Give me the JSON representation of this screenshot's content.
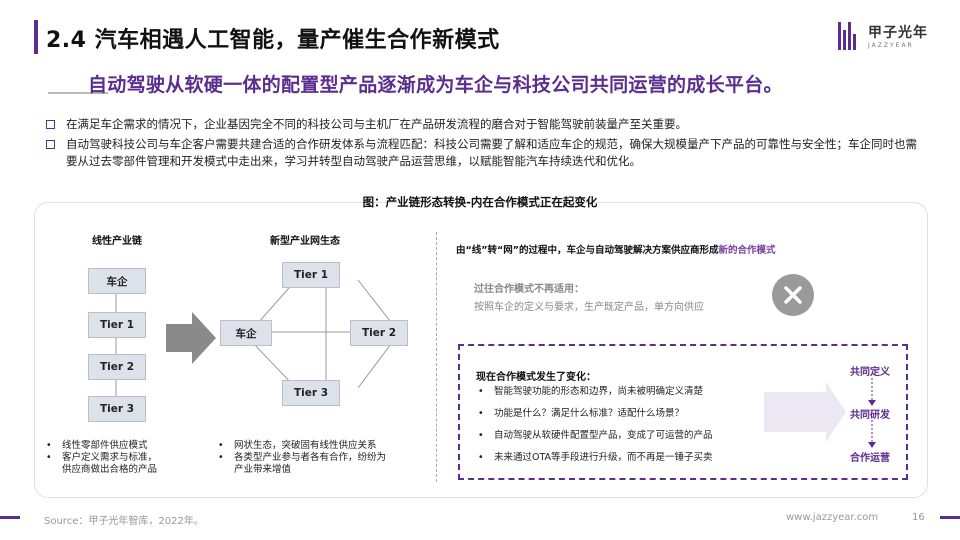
{
  "header": {
    "title": "2.4 汽车相遇人工智能，量产催生合作新模式",
    "logo_name": "甲子光年",
    "logo_sub": "JAZZYEAR"
  },
  "subtitle": "自动驾驶从软硬一体的配置型产品逐渐成为车企与科技公司共同运营的成长平台。",
  "bullets": [
    "在满足车企需求的情况下，企业基因完全不同的科技公司与主机厂在产品研发流程的磨合对于智能驾驶前装量产至关重要。",
    "自动驾驶科技公司与车企客户需要共建合适的合作研发体系与流程匹配：科技公司需要了解和适应车企的规范，确保大规模量产下产品的可靠性与安全性；车企同时也需要从过去零部件管理和开发模式中走出来，学习并转型自动驾驶产品运营思维，以赋能智能汽车持续迭代和优化。"
  ],
  "figure": {
    "title": "图：产业链形态转换-内在合作模式正在起变化",
    "linear": {
      "label": "线性产业链",
      "nodes": [
        "车企",
        "Tier 1",
        "Tier 2",
        "Tier 3"
      ],
      "notes": [
        "线性零部件供应模式",
        "客户定义需求与标准，",
        "供应商做出合格的产品"
      ]
    },
    "network": {
      "label": "新型产业网生态",
      "nodes": {
        "top": "Tier 1",
        "left": "车企",
        "right": "Tier 2",
        "bottom": "Tier 3"
      },
      "notes": [
        "网状生态，突破固有线性供应关系",
        "各类型产业参与者各有合作，纷纷为",
        "产业带来增值"
      ]
    },
    "right": {
      "heading_pre": "由“线”转“网”的过程中，车企与自动驾驶解决方案供应商形成",
      "heading_hl": "新的合作模式",
      "old_title": "过往合作模式不再适用：",
      "old_text": "按照车企的定义与要求，生产既定产品，单方向供应",
      "new_title": "现在合作模式发生了变化：",
      "new_items": [
        "智能驾驶功能的形态和边界，尚未被明确定义清楚",
        "功能是什么？满足什么标准？适配什么场景？",
        "自动驾驶从软硬件配置型产品，变成了可运营的产品",
        "未来通过OTA等手段进行升级，而不再是一锤子买卖"
      ],
      "flow": [
        "共同定义",
        "共同研发",
        "合作运营"
      ]
    }
  },
  "footer": {
    "source": "Source：甲子光年智库，2022年。",
    "site": "www.jazzyear.com",
    "page": "16"
  },
  "colors": {
    "accent": "#5b2d8e",
    "node_fill": "#dde1ea",
    "muted": "#888888"
  }
}
